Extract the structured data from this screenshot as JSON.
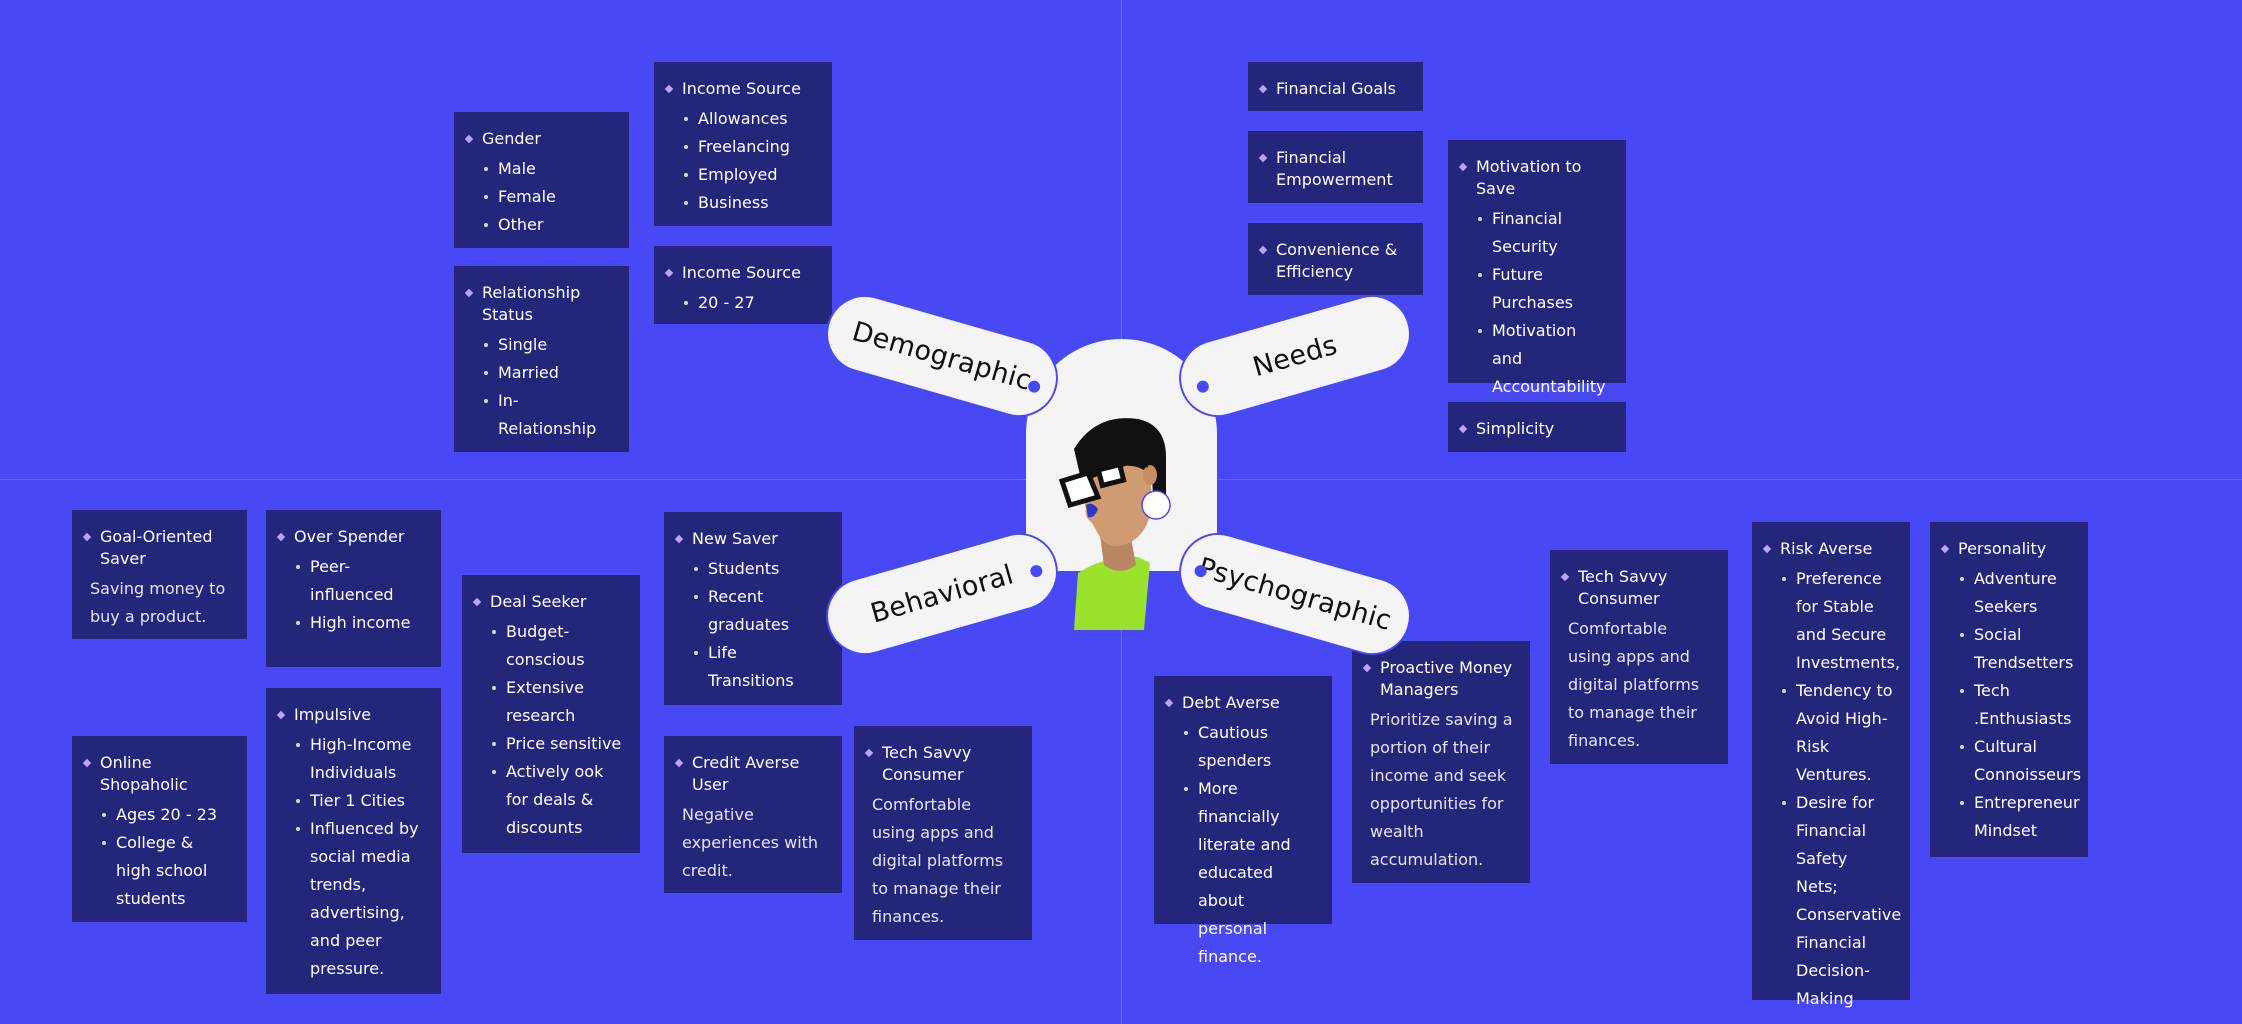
{
  "hubs": {
    "demographic": "Demographic",
    "needs": "Needs",
    "behavioral": "Behavioral",
    "psychographic": "Psychographic"
  },
  "demographic": {
    "gender": {
      "title": "Gender",
      "items": [
        "Male",
        "Female",
        "Other"
      ]
    },
    "relationship": {
      "title": "Relationship Status",
      "items": [
        "Single",
        "Married",
        "In-Relationship"
      ]
    },
    "income_source": {
      "title": "Income Source",
      "items": [
        "Allowances",
        "Freelancing",
        "Employed",
        "Business"
      ]
    },
    "age": {
      "title": "Income Source",
      "items": [
        "20 - 27"
      ]
    }
  },
  "needs": {
    "financial_goals": {
      "title": "Financial Goals"
    },
    "financial_empowerment": {
      "title": "Financial Empowerment"
    },
    "convenience": {
      "title": "Convenience & Efficiency"
    },
    "motivation": {
      "title": "Motivation to Save",
      "items": [
        "Financial Security",
        "Future Purchases",
        "Motivation and Accountability"
      ]
    },
    "simplicity": {
      "title": "Simplicity"
    }
  },
  "behavioral": {
    "goal_oriented": {
      "title": "Goal-Oriented Saver",
      "desc": "Saving money to buy a product."
    },
    "over_spender": {
      "title": "Over Spender",
      "items": [
        "Peer-influenced",
        "High income"
      ]
    },
    "online_shopaholic": {
      "title": "Online Shopaholic",
      "items": [
        "Ages 20 - 23",
        "College & high school students"
      ]
    },
    "impulsive": {
      "title": "Impulsive",
      "items": [
        "High-Income Individuals",
        "Tier 1 Cities",
        "Influenced by social media trends, advertising, and peer pressure."
      ]
    },
    "deal_seeker": {
      "title": "Deal Seeker",
      "items": [
        "Budget-conscious",
        "Extensive research",
        "Price sensitive",
        "Actively ook for deals & discounts"
      ]
    },
    "new_saver": {
      "title": "New Saver",
      "items": [
        "Students",
        "Recent graduates",
        "Life Transitions"
      ]
    },
    "credit_averse": {
      "title": "Credit Averse User",
      "desc": "Negative experiences with credit."
    },
    "tech_savvy": {
      "title": "Tech Savvy Consumer",
      "desc": "Comfortable using apps and digital platforms to manage their finances."
    }
  },
  "psychographic": {
    "debt_averse": {
      "title": "Debt Averse",
      "items": [
        "Cautious spenders",
        "More financially literate and educated about personal finance."
      ]
    },
    "proactive": {
      "title": "Proactive Money Managers",
      "desc": "Prioritize saving a portion of their income and seek opportunities for wealth accumulation."
    },
    "tech_savvy": {
      "title": "Tech Savvy Consumer",
      "desc": "Comfortable using apps and digital platforms to manage their finances."
    },
    "risk_averse": {
      "title": "Risk Averse",
      "items": [
        "Preference for Stable and Secure Investments,",
        "Tendency to Avoid High-Risk Ventures.",
        "Desire for Financial Safety Nets; Conservative Financial Decision-Making"
      ]
    },
    "personality": {
      "title": "Personality",
      "items": [
        "Adventure Seekers",
        "Social Trendsetters",
        "Tech .Enthusiasts",
        "Cultural Connoisseurs",
        "Entrepreneur Mindset"
      ]
    }
  },
  "colors": {
    "background": "#4848F5",
    "card": "#24267A",
    "pill": "#F4F4F5",
    "accent": "#B7A6FF",
    "shirt": "#9BE22E"
  }
}
